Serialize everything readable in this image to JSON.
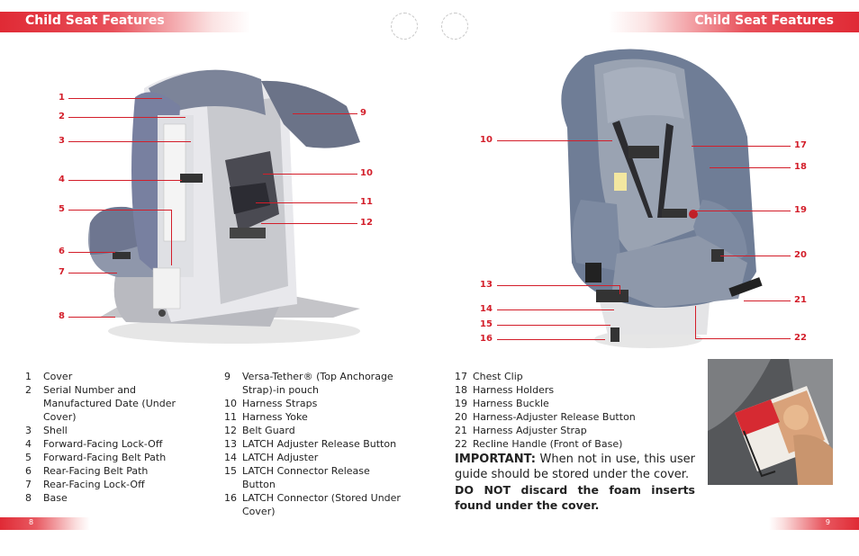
{
  "header": {
    "left_title": "Child Seat Features",
    "right_title": "Child Seat Features"
  },
  "footer": {
    "left_page": "8",
    "right_page": "9"
  },
  "callouts_left": [
    "1",
    "2",
    "3",
    "4",
    "5",
    "6",
    "7",
    "8",
    "9",
    "10",
    "11",
    "12"
  ],
  "callouts_right": [
    "10",
    "13",
    "14",
    "15",
    "16",
    "17",
    "18",
    "19",
    "20",
    "21",
    "22"
  ],
  "list_col1": [
    {
      "n": "1",
      "t": "Cover"
    },
    {
      "n": "2",
      "t": "Serial Number and Manufactured Date (Under Cover)"
    },
    {
      "n": "3",
      "t": "Shell"
    },
    {
      "n": "4",
      "t": "Forward-Facing Lock-Off"
    },
    {
      "n": "5",
      "t": "Forward-Facing Belt Path"
    },
    {
      "n": "6",
      "t": "Rear-Facing Belt Path"
    },
    {
      "n": "7",
      "t": "Rear-Facing Lock-Off"
    },
    {
      "n": "8",
      "t": "Base"
    }
  ],
  "list_col2": [
    {
      "n": "9",
      "t": "Versa-Tether® (Top Anchorage Strap)-in pouch"
    },
    {
      "n": "10",
      "t": "Harness Straps"
    },
    {
      "n": "11",
      "t": "Harness Yoke"
    },
    {
      "n": "12",
      "t": "Belt Guard"
    },
    {
      "n": "13",
      "t": "LATCH Adjuster Release Button"
    },
    {
      "n": "14",
      "t": "LATCH Adjuster"
    },
    {
      "n": "15",
      "t": "LATCH Connector Release Button"
    },
    {
      "n": "16",
      "t": "LATCH Connector (Stored Under Cover)"
    }
  ],
  "list_col3": [
    {
      "n": "17",
      "t": "Chest Clip"
    },
    {
      "n": "18",
      "t": "Harness Holders"
    },
    {
      "n": "19",
      "t": "Harness Buckle"
    },
    {
      "n": "20",
      "t": "Harness-Adjuster Release Button"
    },
    {
      "n": "21",
      "t": "Harness Adjuster Strap"
    },
    {
      "n": "22",
      "t": "Recline Handle (Front of Base)"
    }
  ],
  "important": {
    "label": "IMPORTANT:",
    "text": " When not in use, this user guide should be stored under the cover.",
    "bold_text": "DO NOT discard the foam inserts found under the cover."
  },
  "colors": {
    "accent": "#d31e2a",
    "header_red": "#e02a35"
  }
}
